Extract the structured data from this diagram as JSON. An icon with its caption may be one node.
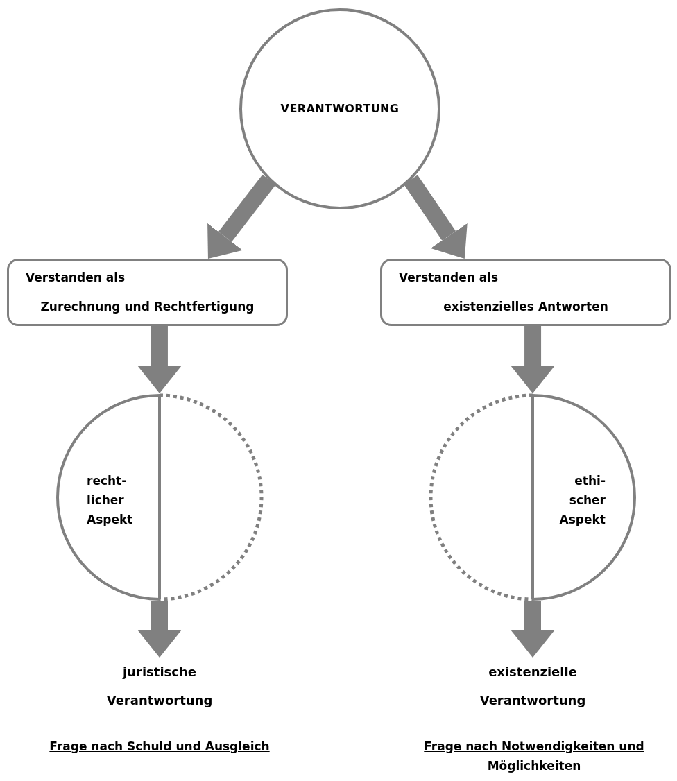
{
  "diagram": {
    "nodes": [
      {
        "text": [
          "VERANTWORTUNG"
        ]
      },
      {
        "text": [
          "Verstanden als",
          "Zurechnung und Rechtfertigung"
        ]
      },
      {
        "text": [
          "Verstanden als",
          "existenzielles Antworten"
        ]
      },
      {
        "text": [
          "recht- licher Aspekt"
        ]
      },
      {
        "text": [
          "ethi- scher Aspekt"
        ]
      },
      {
        "text": [
          "juristische Verantwortung"
        ]
      },
      {
        "text": [
          "existenzielle Verantwortung"
        ]
      }
    ],
    "edges": [
      {
        "from": 0,
        "to": 1,
        "arrow": "to"
      },
      {
        "from": 0,
        "to": 2,
        "arrow": "to"
      },
      {
        "from": 1,
        "to": 3,
        "arrow": "to"
      },
      {
        "from": 2,
        "to": 4,
        "arrow": "to"
      },
      {
        "from": 3,
        "to": 5,
        "arrow": "to"
      },
      {
        "from": 4,
        "to": 6,
        "arrow": "to"
      }
    ],
    "labels": [
      "Frage nach Schuld und Ausgleich",
      "Frage nach Notwendigkeiten und Möglichkeiten"
    ]
  }
}
